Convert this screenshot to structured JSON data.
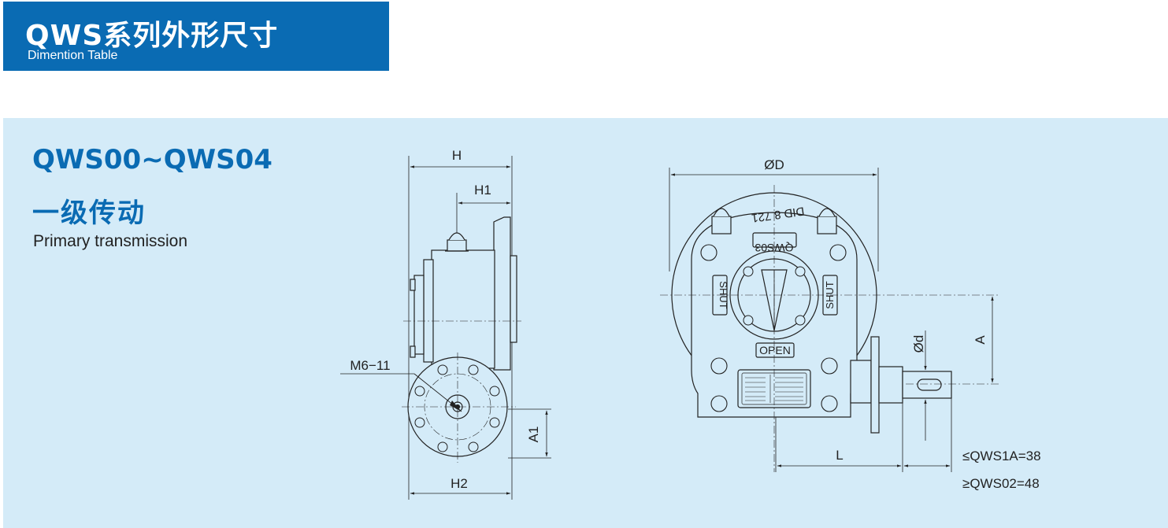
{
  "header": {
    "title": "QWS系列外形尺寸",
    "subtitle": "Dimention Table"
  },
  "section": {
    "model_range": "QWS00~QWS04",
    "stage_cn": "一级传动",
    "stage_en": "Primary transmission"
  },
  "side_view": {
    "dim_H": "H",
    "dim_H1": "H1",
    "dim_H2": "H2",
    "dim_A1": "A1",
    "thread_label": "M6−11"
  },
  "front_view": {
    "dim_D": "ØD",
    "dim_d": "Ød",
    "dim_A": "A",
    "dim_L": "L",
    "ring_text": "DID 8 721",
    "model_plate": "QWS03",
    "shut_left": "SHUT",
    "shut_right": "SHUT",
    "open_label": "OPEN",
    "note_1": "≤QWS1A=38",
    "note_2": "≥QWS02=48"
  }
}
